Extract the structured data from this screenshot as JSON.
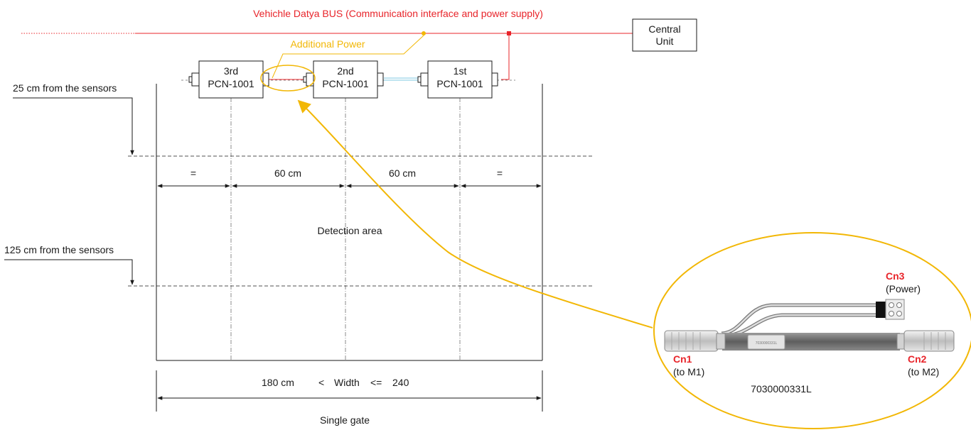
{
  "bus": {
    "label": "Vehichle Datya BUS (Communication interface and power supply)",
    "additional_power": "Additional Power"
  },
  "central_unit": {
    "line1": "Central",
    "line2": "Unit"
  },
  "sensors": [
    {
      "order": "3rd",
      "model": "PCN-1001"
    },
    {
      "order": "2nd",
      "model": "PCN-1001"
    },
    {
      "order": "1st",
      "model": "PCN-1001"
    }
  ],
  "levels": {
    "near": "25 cm from the sensors",
    "far": "125 cm from the sensors"
  },
  "spacing": {
    "outer_left": "=",
    "gap_1": "60 cm",
    "gap_2": "60 cm",
    "outer_right": "="
  },
  "detection_area": "Detection area",
  "width_label": {
    "min": "180 cm",
    "lt": "<",
    "word": "Width",
    "le": "<=",
    "max": "240"
  },
  "gate_label": "Single gate",
  "cable": {
    "cn3": {
      "name": "Cn3",
      "desc": "(Power)"
    },
    "cn1": {
      "name": "Cn1",
      "desc": "(to M1)"
    },
    "cn2": {
      "name": "Cn2",
      "desc": "(to M2)"
    },
    "part_number": "7030000331L",
    "sleeve_text": "7030000331L"
  },
  "colors": {
    "bus": "#e8242a",
    "highlight": "#f2b705",
    "line": "#1a1a1a",
    "link": "#7fc8e0"
  }
}
